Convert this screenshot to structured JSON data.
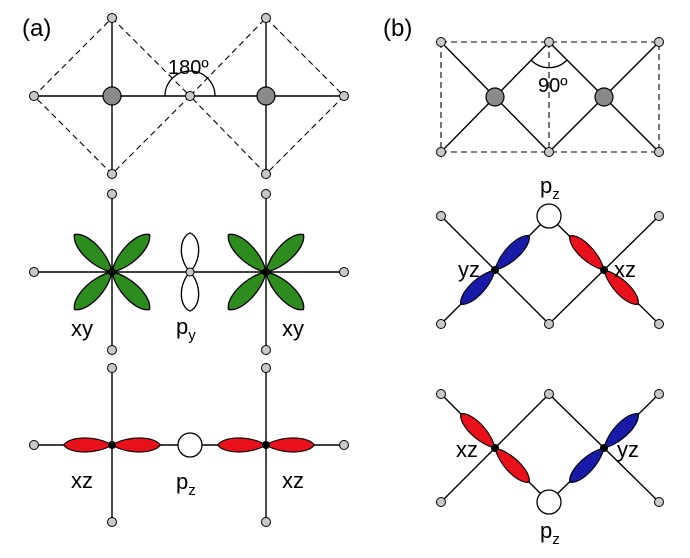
{
  "panels": {
    "a": {
      "label": "(a)",
      "angle_label": "180º",
      "orbitals_row1": {
        "left": "xy",
        "middle": "p",
        "middle_sub": "y",
        "right": "xy"
      },
      "orbitals_row2": {
        "left": "xz",
        "middle": "p",
        "middle_sub": "z",
        "right": "xz"
      }
    },
    "b": {
      "label": "(b)",
      "angle_label": "90º",
      "orbitals_row1": {
        "top": "p",
        "top_sub": "z",
        "left": "yz",
        "right": "xz"
      },
      "orbitals_row2": {
        "bottom": "p",
        "bottom_sub": "z",
        "left": "xz",
        "right": "yz"
      }
    }
  },
  "colors": {
    "green_lobe": "#2e8b1e",
    "red_lobe": "#e8101a",
    "blue_lobe": "#1a1aa8",
    "white_lobe": "#ffffff",
    "ligand": "#c8c8c8",
    "metal": "#8a8a8a"
  }
}
